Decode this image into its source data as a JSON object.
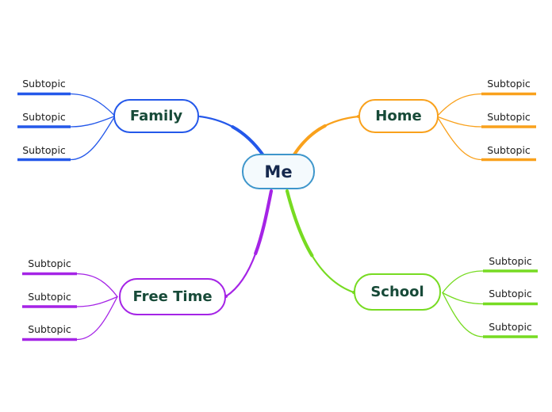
{
  "app": {
    "name": "Mind map canvas"
  },
  "theme": {
    "background": "#ffffff",
    "topic_text_color": "#174A38",
    "subtopic_text_color": "#1C1C1C",
    "center": {
      "border": "#3E96CB",
      "fill": "#F4FAFD",
      "text": "#16294E"
    }
  },
  "map": {
    "center": {
      "label": "Me"
    },
    "branches": [
      {
        "label": "Family",
        "color": "#2458EA",
        "side": "left",
        "subtopics": [
          "Subtopic",
          "Subtopic",
          "Subtopic"
        ]
      },
      {
        "label": "Home",
        "color": "#F9A11C",
        "side": "right",
        "subtopics": [
          "Subtopic",
          "Subtopic",
          "Subtopic"
        ]
      },
      {
        "label": "Free Time",
        "color": "#A524E6",
        "side": "left",
        "subtopics": [
          "Subtopic",
          "Subtopic",
          "Subtopic"
        ]
      },
      {
        "label": "School",
        "color": "#77DB22",
        "side": "right",
        "subtopics": [
          "Subtopic",
          "Subtopic",
          "Subtopic"
        ]
      }
    ]
  }
}
